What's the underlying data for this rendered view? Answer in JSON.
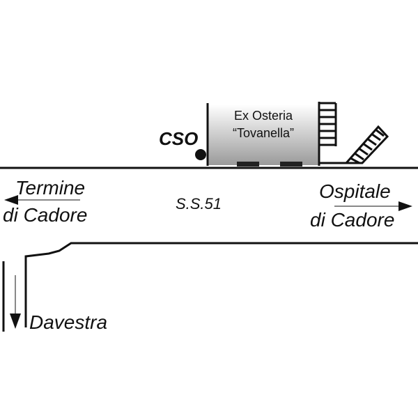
{
  "building": {
    "line1": "Ex Osteria",
    "line2": "“Tovanella”"
  },
  "station_label": "CSO",
  "road_label": "S.S.51",
  "left_destination": {
    "line1": "Termine",
    "line2": "di Cadore"
  },
  "right_destination": {
    "line1": "Ospitale",
    "line2": "di Cadore"
  },
  "side_road_label": "Davestra",
  "colors": {
    "ink": "#111111",
    "building_light": "#ffffff",
    "building_dark": "#9a9a9a"
  }
}
